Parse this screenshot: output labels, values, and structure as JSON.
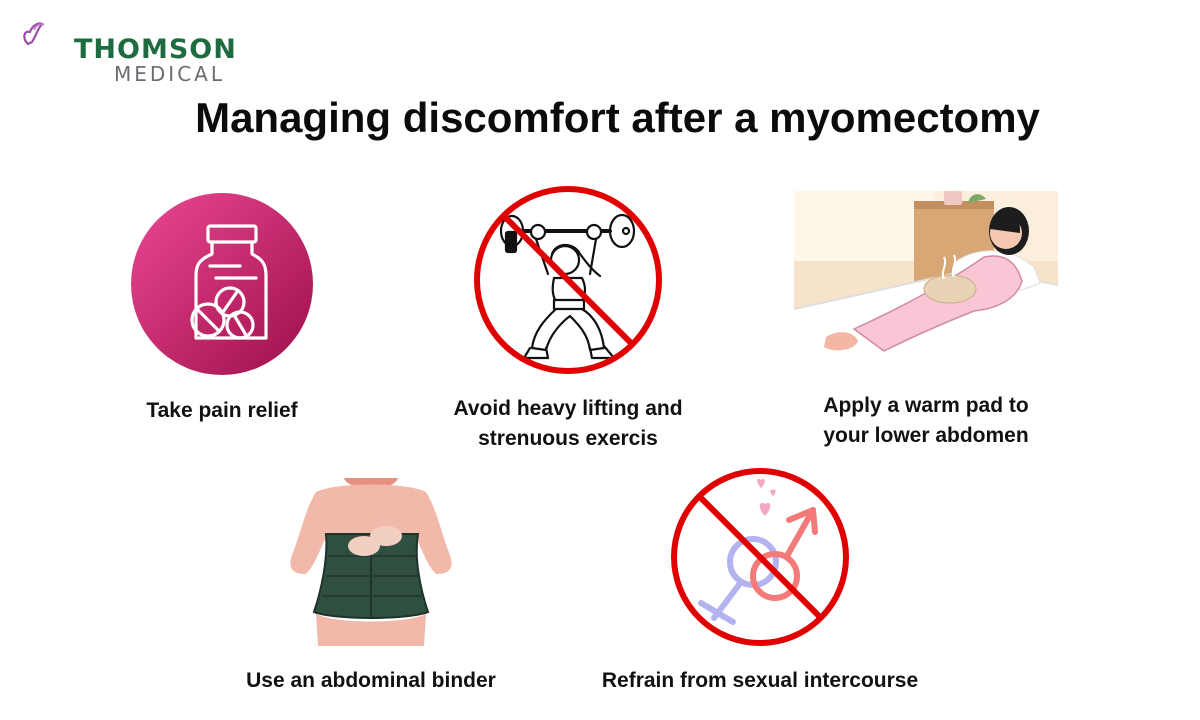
{
  "logo": {
    "brand": "THOMSON",
    "sub": "MEDICAL",
    "brand_color": "#1d6b3f",
    "sub_color": "#6b6b72",
    "mark_color": "#9b4fa8"
  },
  "title": "Managing discomfort after a myomectomy",
  "colors": {
    "prohibition_red": "#e00000",
    "pill_circle_top": "#e8438e",
    "pill_circle_bottom": "#a3124e",
    "binder_green": "#2f4f40",
    "female_symbol": "#b3b3f0",
    "male_symbol": "#f47a7a",
    "hearts": "#f5a8c6"
  },
  "items": [
    {
      "icon": "pill-bottle-icon",
      "caption": "Take pain relief"
    },
    {
      "icon": "no-weightlifting-icon",
      "caption_line1": "Avoid heavy lifting and",
      "caption_line2": "strenuous exercis"
    },
    {
      "icon": "warm-pad-illustration",
      "caption_line1": "Apply a warm pad to",
      "caption_line2": "your lower abdomen"
    },
    {
      "icon": "abdominal-binder-illustration",
      "caption": "Use an abdominal binder"
    },
    {
      "icon": "no-intercourse-icon",
      "caption": "Refrain from sexual intercourse"
    }
  ]
}
